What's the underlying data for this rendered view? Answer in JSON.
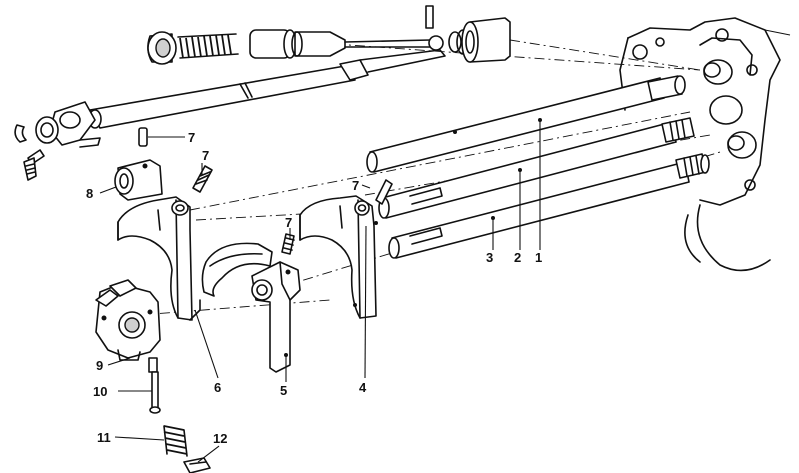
{
  "callouts": {
    "c1": "1",
    "c2": "2",
    "c3": "3",
    "c4": "4",
    "c5": "5",
    "c6": "6",
    "c7a": "7",
    "c7b": "7",
    "c7c": "7",
    "c7d": "7",
    "c8": "8",
    "c9": "9",
    "c10": "10",
    "c11": "11",
    "c12": "12"
  }
}
